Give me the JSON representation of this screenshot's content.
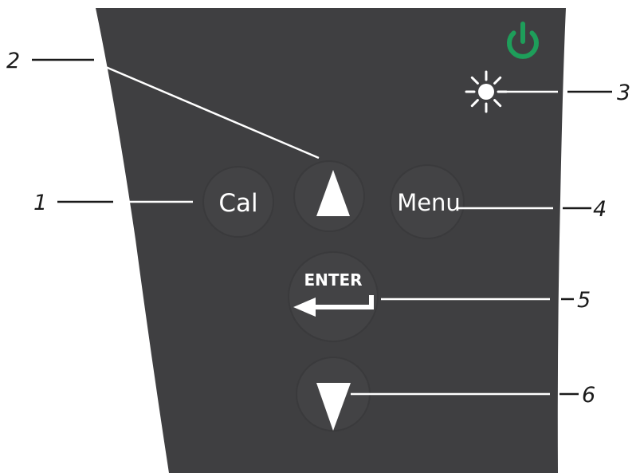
{
  "colors": {
    "panel": "#3f3f41",
    "button_face": "#434345",
    "button_rim": "#3a3a3c",
    "symbol": "#ffffff",
    "power": "#1e9e5a",
    "line": "#1a1a1a",
    "leader": "#ffffff"
  },
  "buttons": {
    "cal_label": "Cal",
    "menu_label": "Menu",
    "enter_label": "ENTER"
  },
  "icons": {
    "power": "power-icon",
    "backlight": "sun-icon",
    "up": "up-arrow-icon",
    "down": "down-arrow-icon",
    "enter": "enter-arrow-icon"
  },
  "callouts": [
    {
      "label": "1",
      "target": "cal-button"
    },
    {
      "label": "2",
      "target": "up-button"
    },
    {
      "label": "3",
      "target": "backlight-button"
    },
    {
      "label": "4",
      "target": "menu-button"
    },
    {
      "label": "5",
      "target": "enter-button"
    },
    {
      "label": "6",
      "target": "down-button"
    }
  ]
}
